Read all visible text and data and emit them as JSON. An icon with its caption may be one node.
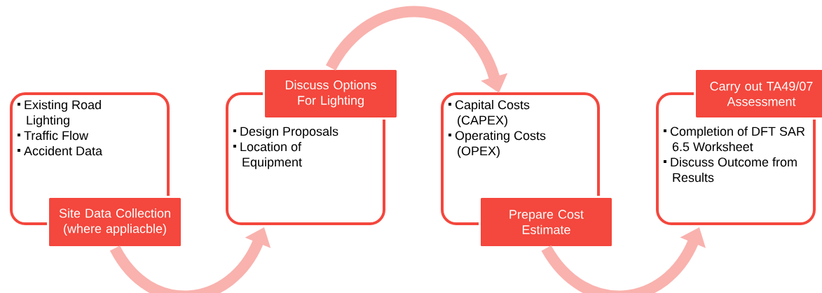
{
  "diagram": {
    "nodes": [
      {
        "text": [
          "Existing Road Lighting",
          "Traffic Flow",
          "Accident Data"
        ]
      },
      {
        "text": [
          "Site Data Collection (where appliacble)"
        ]
      },
      {
        "text": [
          "Design Proposals",
          "Location of Equipment"
        ]
      },
      {
        "text": [
          "Discuss Options For Lighting"
        ]
      },
      {
        "text": [
          "Capital Costs (CAPEX)",
          "Operating Costs (OPEX)"
        ]
      },
      {
        "text": [
          "Prepare Cost Estimate"
        ]
      },
      {
        "text": [
          "Completion of DFT SAR 6.5 Worksheet",
          "Discuss Outcome from Results"
        ]
      },
      {
        "text": [
          "Carry out TA49/07 Assessment"
        ]
      }
    ],
    "edges": [
      {
        "from": 1,
        "to": 2,
        "arrow": "to"
      },
      {
        "from": 3,
        "to": 4,
        "arrow": "to"
      },
      {
        "from": 5,
        "to": 6,
        "arrow": "to"
      }
    ]
  }
}
